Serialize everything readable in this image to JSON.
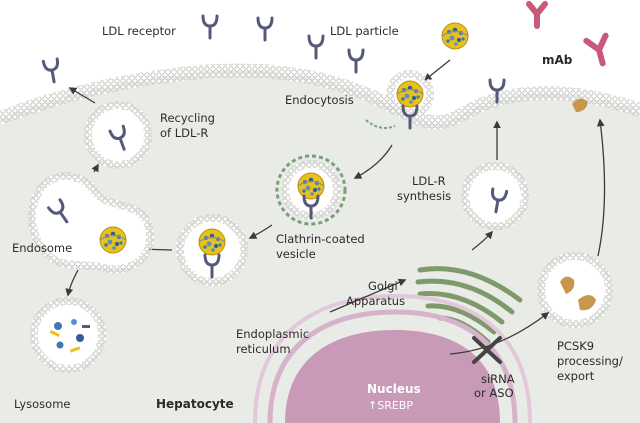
{
  "labels": {
    "ldl_receptor": "LDL receptor",
    "ldl_particle": "LDL particle",
    "mab": "mAb",
    "endocytosis": "Endocytosis",
    "recycling_line1": "Recycling",
    "recycling_line2": "of LDL-R",
    "endosome": "Endosome",
    "clathrin_line1": "Clathrin-coated",
    "clathrin_line2": "vesicle",
    "ldlr_synth_line1": "LDL-R",
    "ldlr_synth_line2": "synthesis",
    "golgi_line1": "Golgi",
    "golgi_line2": "Apparatus",
    "er_line1": "Endoplasmic",
    "er_line2": "reticulum",
    "pcsk9_line1": "PCSK9",
    "pcsk9_line2": "processing/",
    "pcsk9_line3": "export",
    "sirna_line1": "siRNA",
    "sirna_line2": "or ASO",
    "nucleus": "Nucleus",
    "srebp": "↑SREBP",
    "lysosome": "Lysosome",
    "hepatocyte": "Hepatocyte"
  },
  "colors": {
    "cytoplasm": "#e9ebe6",
    "membrane": "#c7cac3",
    "receptor": "#56597a",
    "ldl_core": "#e8c21a",
    "ldl_dots": "#3f77b8",
    "antibody": "#c75a7a",
    "pcsk9": "#c9964a",
    "nucleus": "#c89ab8",
    "golgi": "#7f9a6a",
    "clathrin": "#7aa07a",
    "arrow": "#3b3b3b"
  },
  "icons": [
    "ldl-receptor-icon",
    "ldl-particle-icon",
    "antibody-icon",
    "pcsk9-icon",
    "vesicle-icon",
    "clathrin-coat-icon",
    "inhibition-cross-icon"
  ]
}
